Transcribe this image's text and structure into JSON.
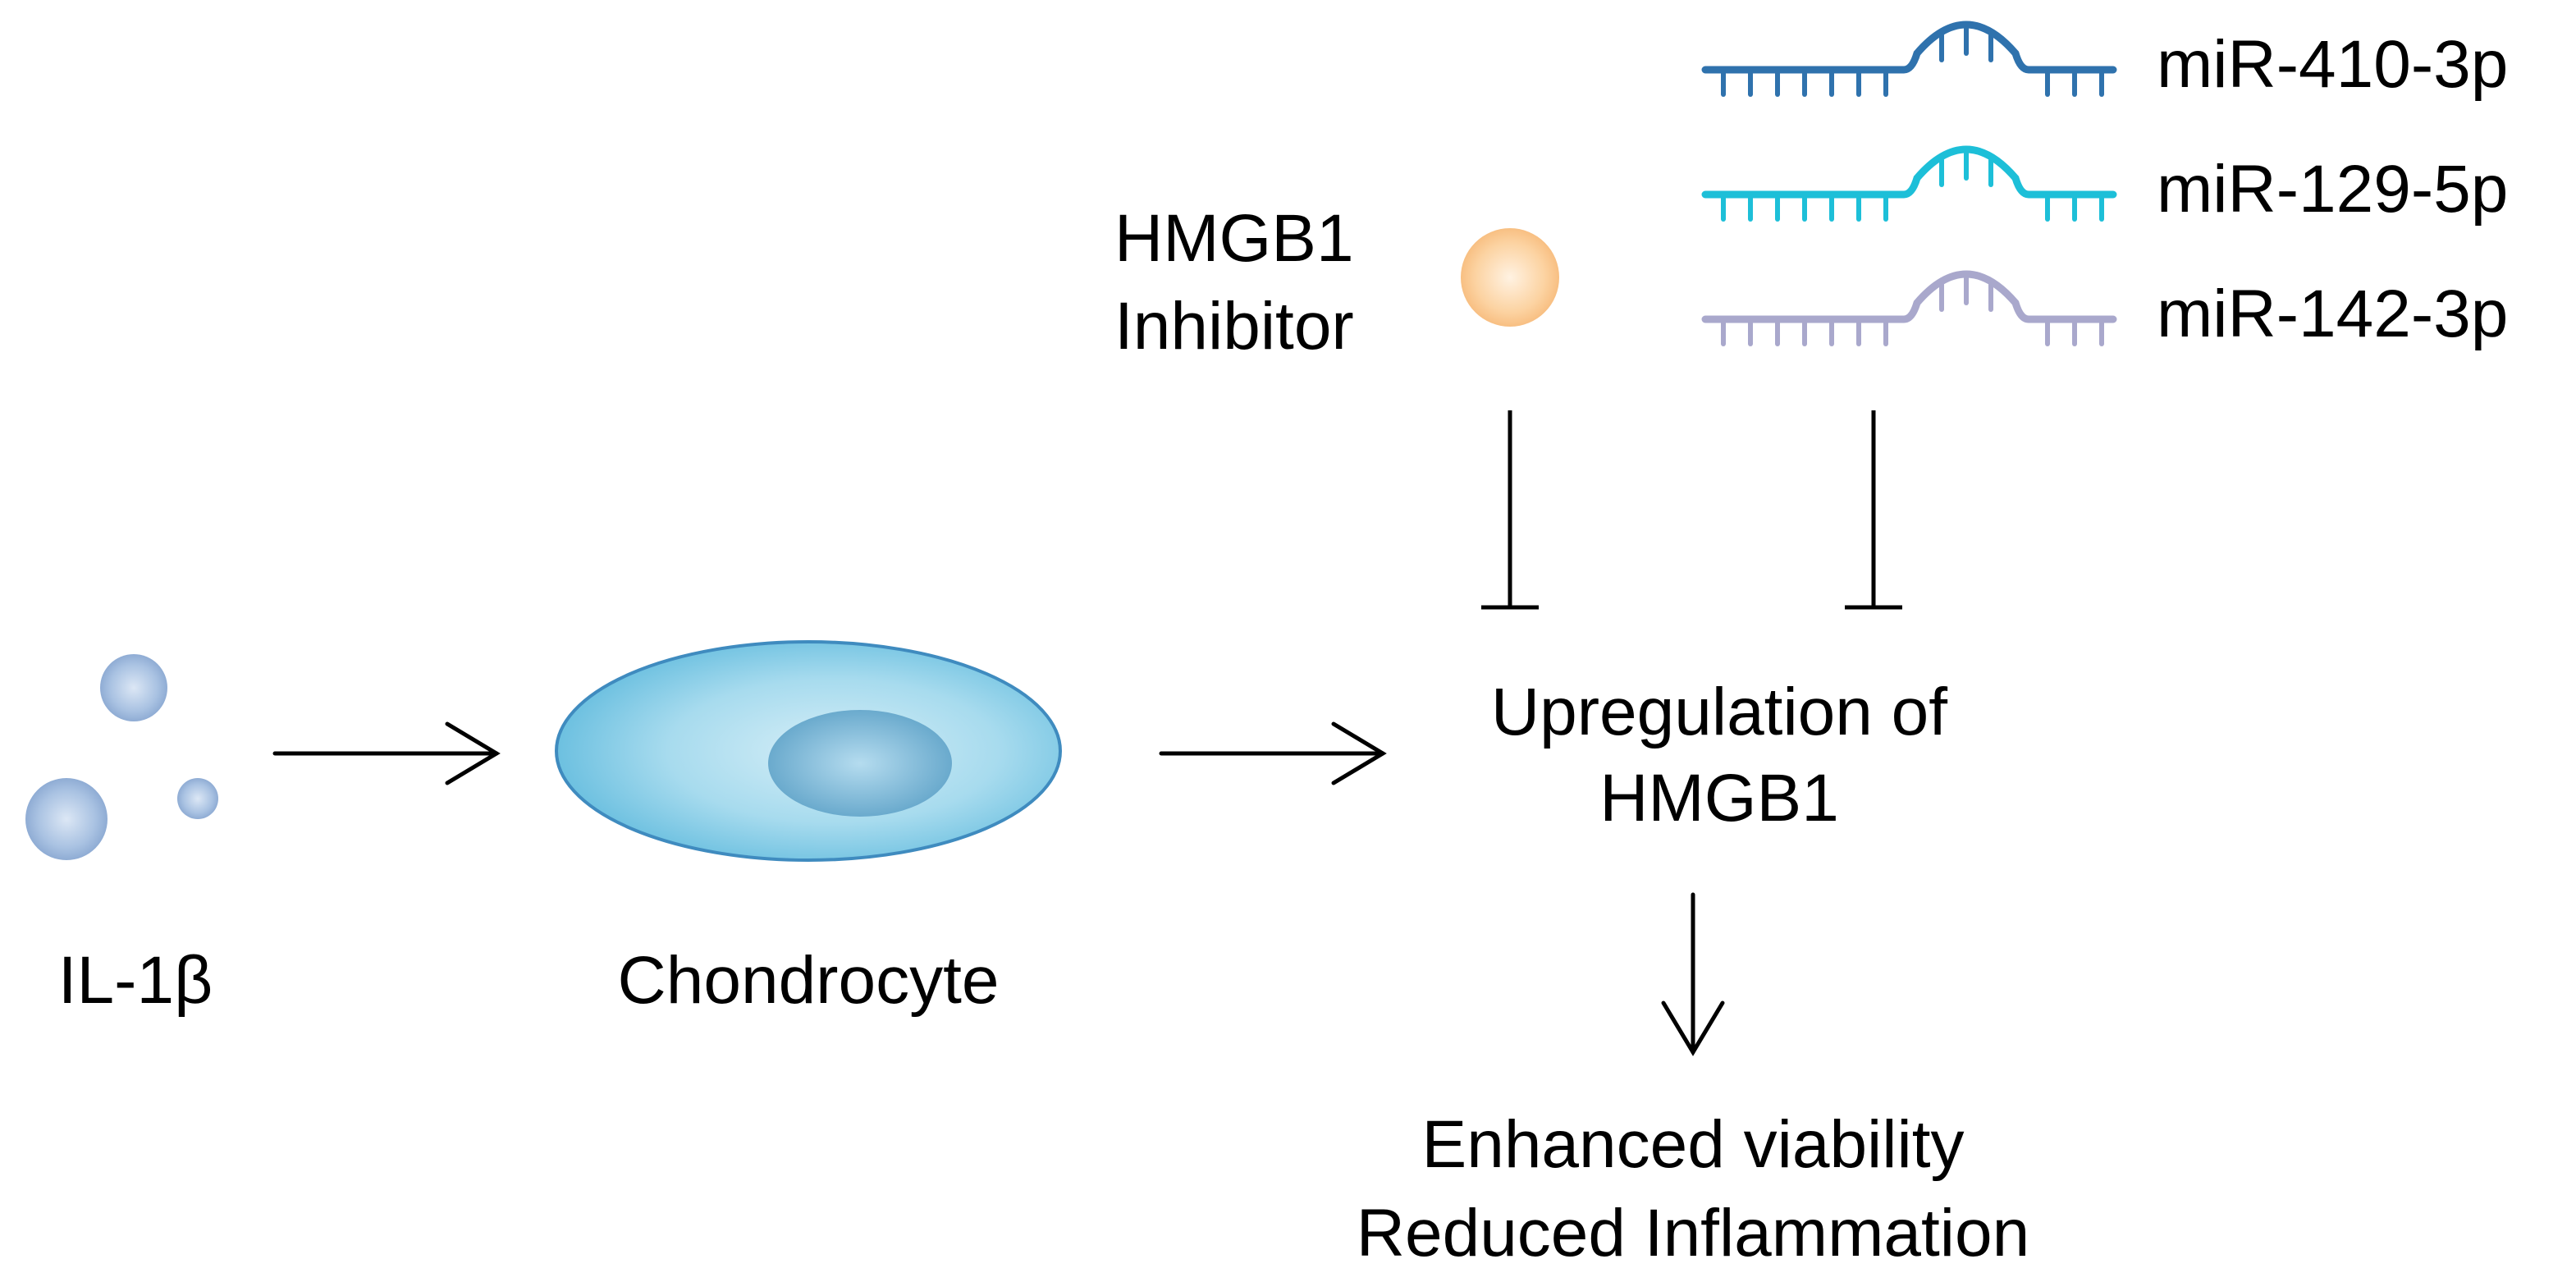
{
  "labels": {
    "il1b": "IL-1β",
    "chondrocyte": "Chondrocyte",
    "hmgb1_inhibitor_line1": "HMGB1",
    "hmgb1_inhibitor_line2": "Inhibitor",
    "upregulation_line1": "Upregulation of",
    "upregulation_line2": "HMGB1",
    "outcome_line1": "Enhanced viability",
    "outcome_line2": "Reduced Inflammation"
  },
  "mirnas": [
    {
      "name": "miR-410-3p",
      "color": "#2f72ad"
    },
    {
      "name": "miR-129-5p",
      "color": "#1dbfd8"
    },
    {
      "name": "miR-142-3p",
      "color": "#a9a8cc"
    }
  ],
  "colors": {
    "il1b_spheres": "#a3bde0",
    "cell_body": "#8fcfe6",
    "cell_outline": "#3f8bbf",
    "nucleus": "#6fb0d0",
    "inhibitor": "#fbc98f",
    "arrows": "#000000"
  }
}
